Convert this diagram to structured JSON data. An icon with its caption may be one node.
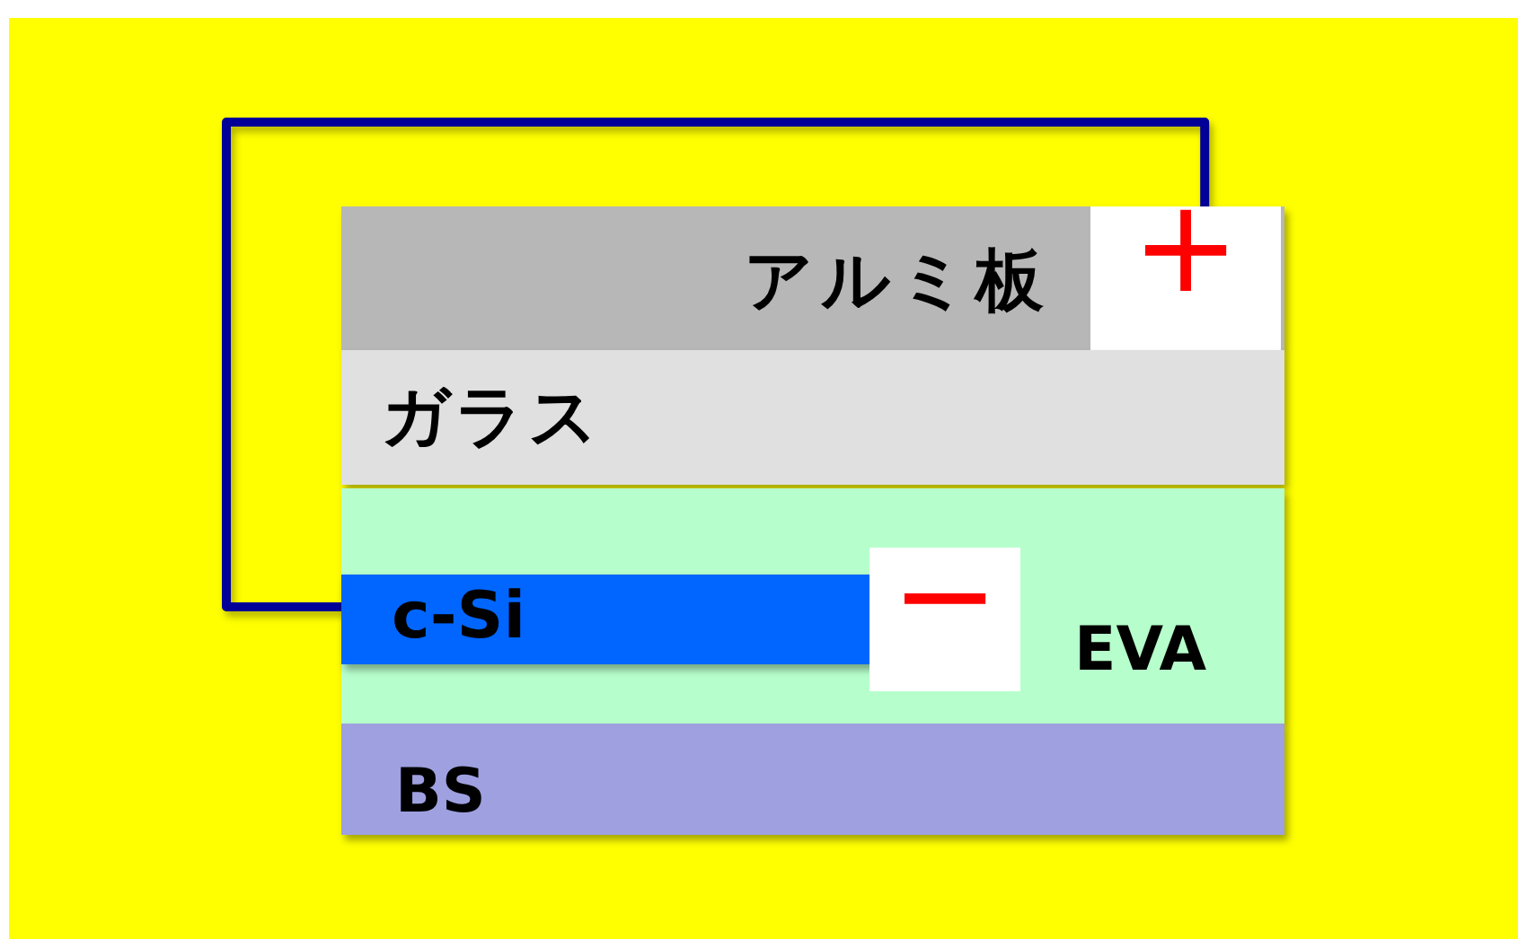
{
  "diagram": {
    "nodes": [
      {
        "text": [
          "アルミ板"
        ]
      },
      {
        "text": [
          "+"
        ],
        "in": 0
      },
      {
        "text": [
          "ガラス"
        ]
      },
      {
        "text": [
          "EVA"
        ]
      },
      {
        "text": [
          "c-Si"
        ],
        "in": 3
      },
      {
        "text": [
          "−"
        ],
        "in": 3
      },
      {
        "text": [
          "BS"
        ]
      }
    ],
    "edges": [
      {
        "from": 4,
        "to": 1,
        "arrow": "none",
        "color": "#000099"
      }
    ]
  }
}
